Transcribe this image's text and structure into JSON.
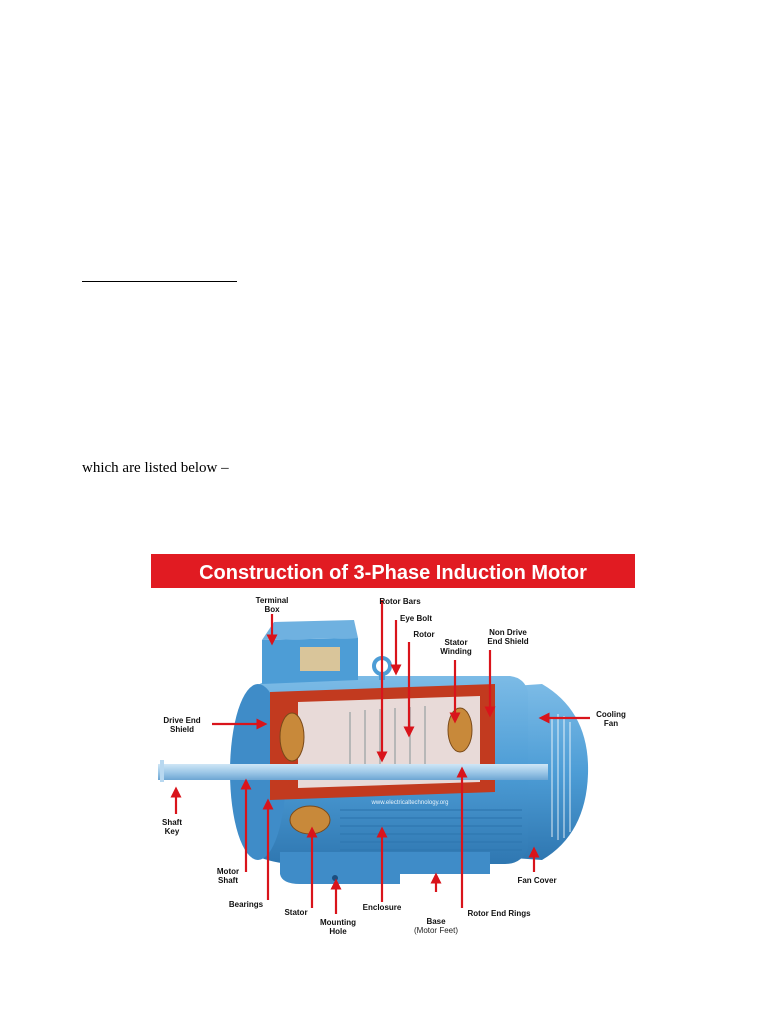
{
  "document": {
    "intro_text": "which are listed below –"
  },
  "figure": {
    "title": "Construction of 3-Phase Induction Motor",
    "watermark": "www.electricaltechnology.org",
    "colors": {
      "banner": "#e11b22",
      "motor_body": "#4d9dd6",
      "motor_dark": "#2f77b1",
      "cutaway": "#c23a1f",
      "copper": "#c8893a",
      "arrow": "#d9141b"
    },
    "labels": {
      "terminal_box": [
        "Terminal",
        "Box"
      ],
      "rotor_bars": "Rotor Bars",
      "eye_bolt": "Eye Bolt",
      "rotor": "Rotor",
      "stator_winding": [
        "Stator",
        "Winding"
      ],
      "non_drive_end_shield": [
        "Non Drive",
        "End Shield"
      ],
      "cooling_fan": [
        "Cooling",
        "Fan"
      ],
      "drive_end_shield": [
        "Drive End",
        "Shield"
      ],
      "shaft_key": [
        "Shaft",
        "Key"
      ],
      "motor_shaft": [
        "Motor",
        "Shaft"
      ],
      "bearings": "Bearings",
      "stator": "Stator",
      "mounting_hole": [
        "Mounting",
        "Hole"
      ],
      "enclosure": "Enclosure",
      "base": "Base",
      "base_sub": "(Motor Feet)",
      "rotor_end_rings": "Rotor End Rings",
      "fan_cover": "Fan Cover"
    }
  }
}
